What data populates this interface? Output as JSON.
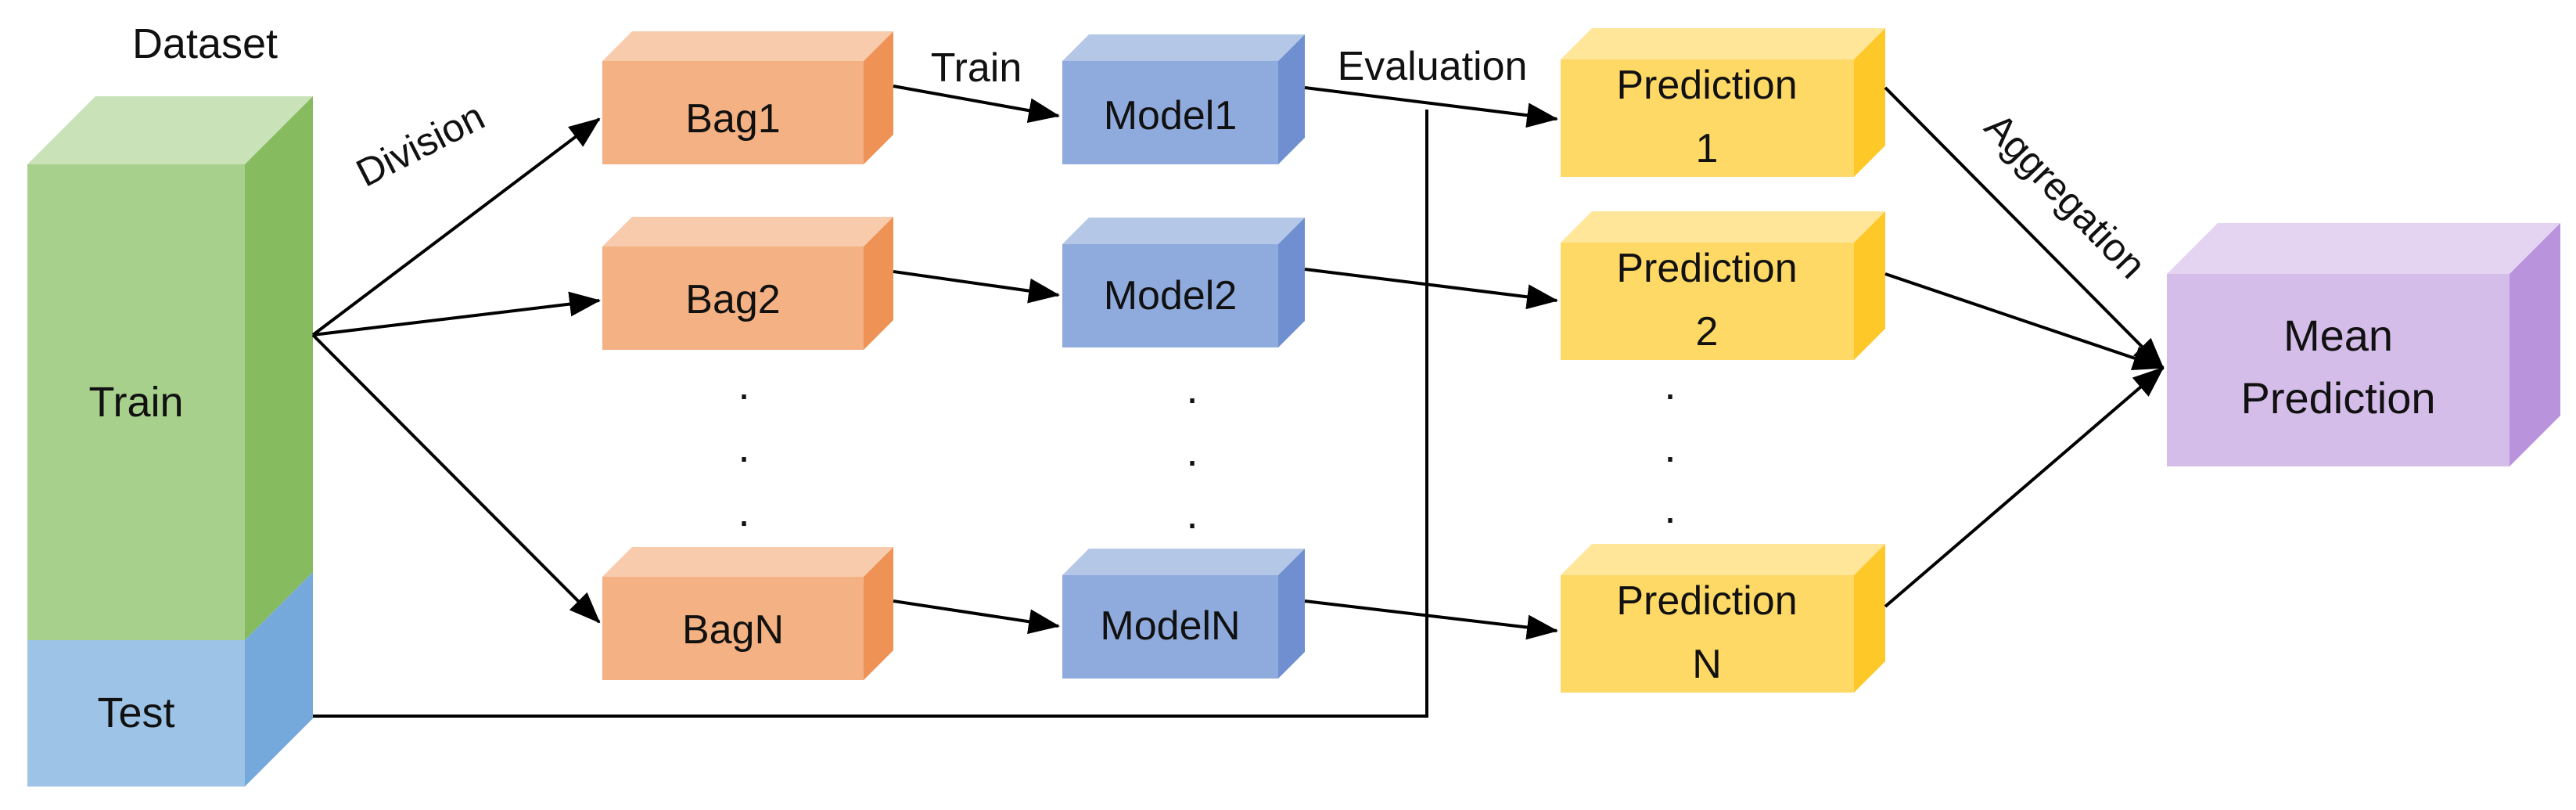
{
  "dataset": {
    "title": "Dataset",
    "train_label": "Train",
    "test_label": "Test"
  },
  "edge_labels": {
    "division": "Division",
    "train": "Train",
    "evaluation": "Evaluation",
    "aggregation": "Aggregation"
  },
  "bags": [
    "Bag1",
    "Bag2",
    "BagN"
  ],
  "models": [
    "Model1",
    "Model2",
    "ModelN"
  ],
  "predictions": [
    {
      "line1": "Prediction",
      "line2": "1"
    },
    {
      "line1": "Prediction",
      "line2": "2"
    },
    {
      "line1": "Prediction",
      "line2": "N"
    }
  ],
  "result": {
    "line1": "Mean",
    "line2": "Prediction"
  },
  "ellipsis_mark": ".",
  "colors": {
    "train_front": "#a8d08d",
    "train_top": "#c9e2b8",
    "train_side": "#87bb60",
    "test_front": "#9dc3e6",
    "test_side": "#75a9dc",
    "bag_front": "#f4b183",
    "bag_top": "#f8cbad",
    "bag_side": "#ee9355",
    "model_front": "#8faadc",
    "model_top": "#b4c7e7",
    "model_side": "#6f8fd0",
    "prediction_front": "#ffd966",
    "prediction_top": "#ffe699",
    "prediction_side": "#ffc829",
    "result_front": "#d5bdea",
    "result_top": "#e4d4f2",
    "result_side": "#b993dc",
    "line": "#000000"
  }
}
